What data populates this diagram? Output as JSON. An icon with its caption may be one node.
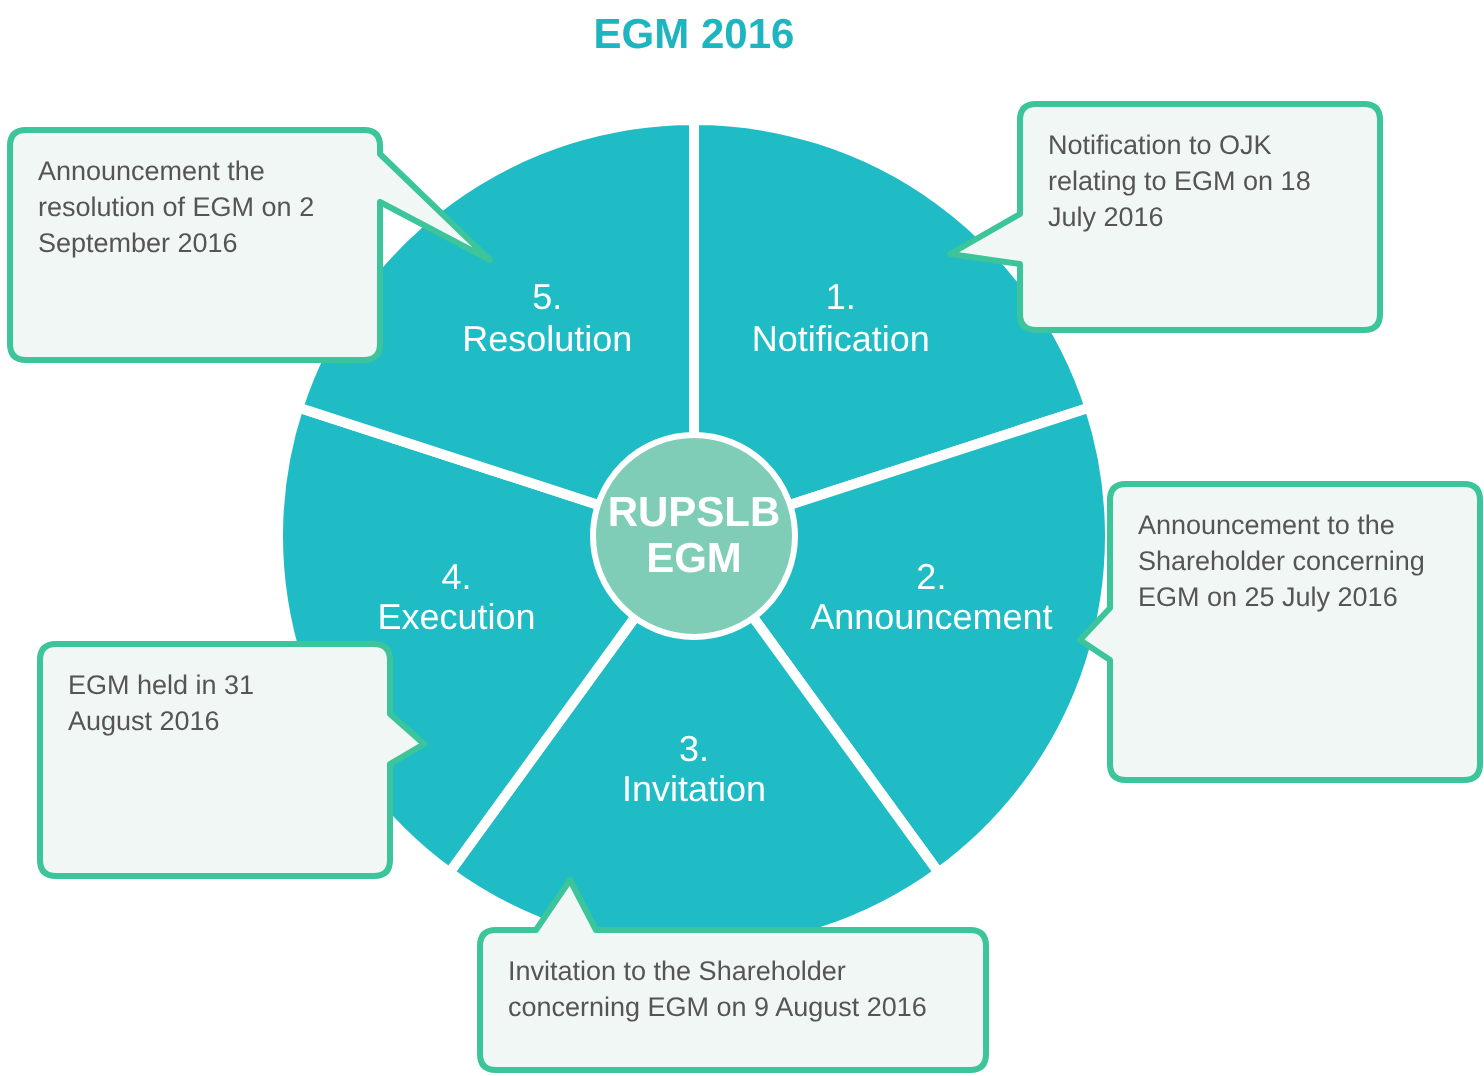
{
  "diagram": {
    "title": "EGM 2016",
    "nodes": [
      {
        "text": [
          "1. Notification"
        ]
      },
      {
        "text": [
          "2. Announcement"
        ]
      },
      {
        "text": [
          "3. Invitation"
        ]
      },
      {
        "text": [
          "4. Execution"
        ]
      },
      {
        "text": [
          "5. Resolution"
        ]
      },
      {
        "text": [
          "RUPSLB EGM"
        ]
      },
      {
        "text": [
          "Notification to OJK relating to EGM on 18 July 2016"
        ]
      },
      {
        "text": [
          "Announcement to the Shareholder concerning EGM on 25 July 2016"
        ]
      },
      {
        "text": [
          "Invitation to the Shareholder concerning EGM on 9 August 2016"
        ]
      },
      {
        "text": [
          "EGM held in 31 August 2016"
        ]
      },
      {
        "text": [
          "Announcement the resolution of EGM on 2 September 2016"
        ]
      }
    ]
  }
}
